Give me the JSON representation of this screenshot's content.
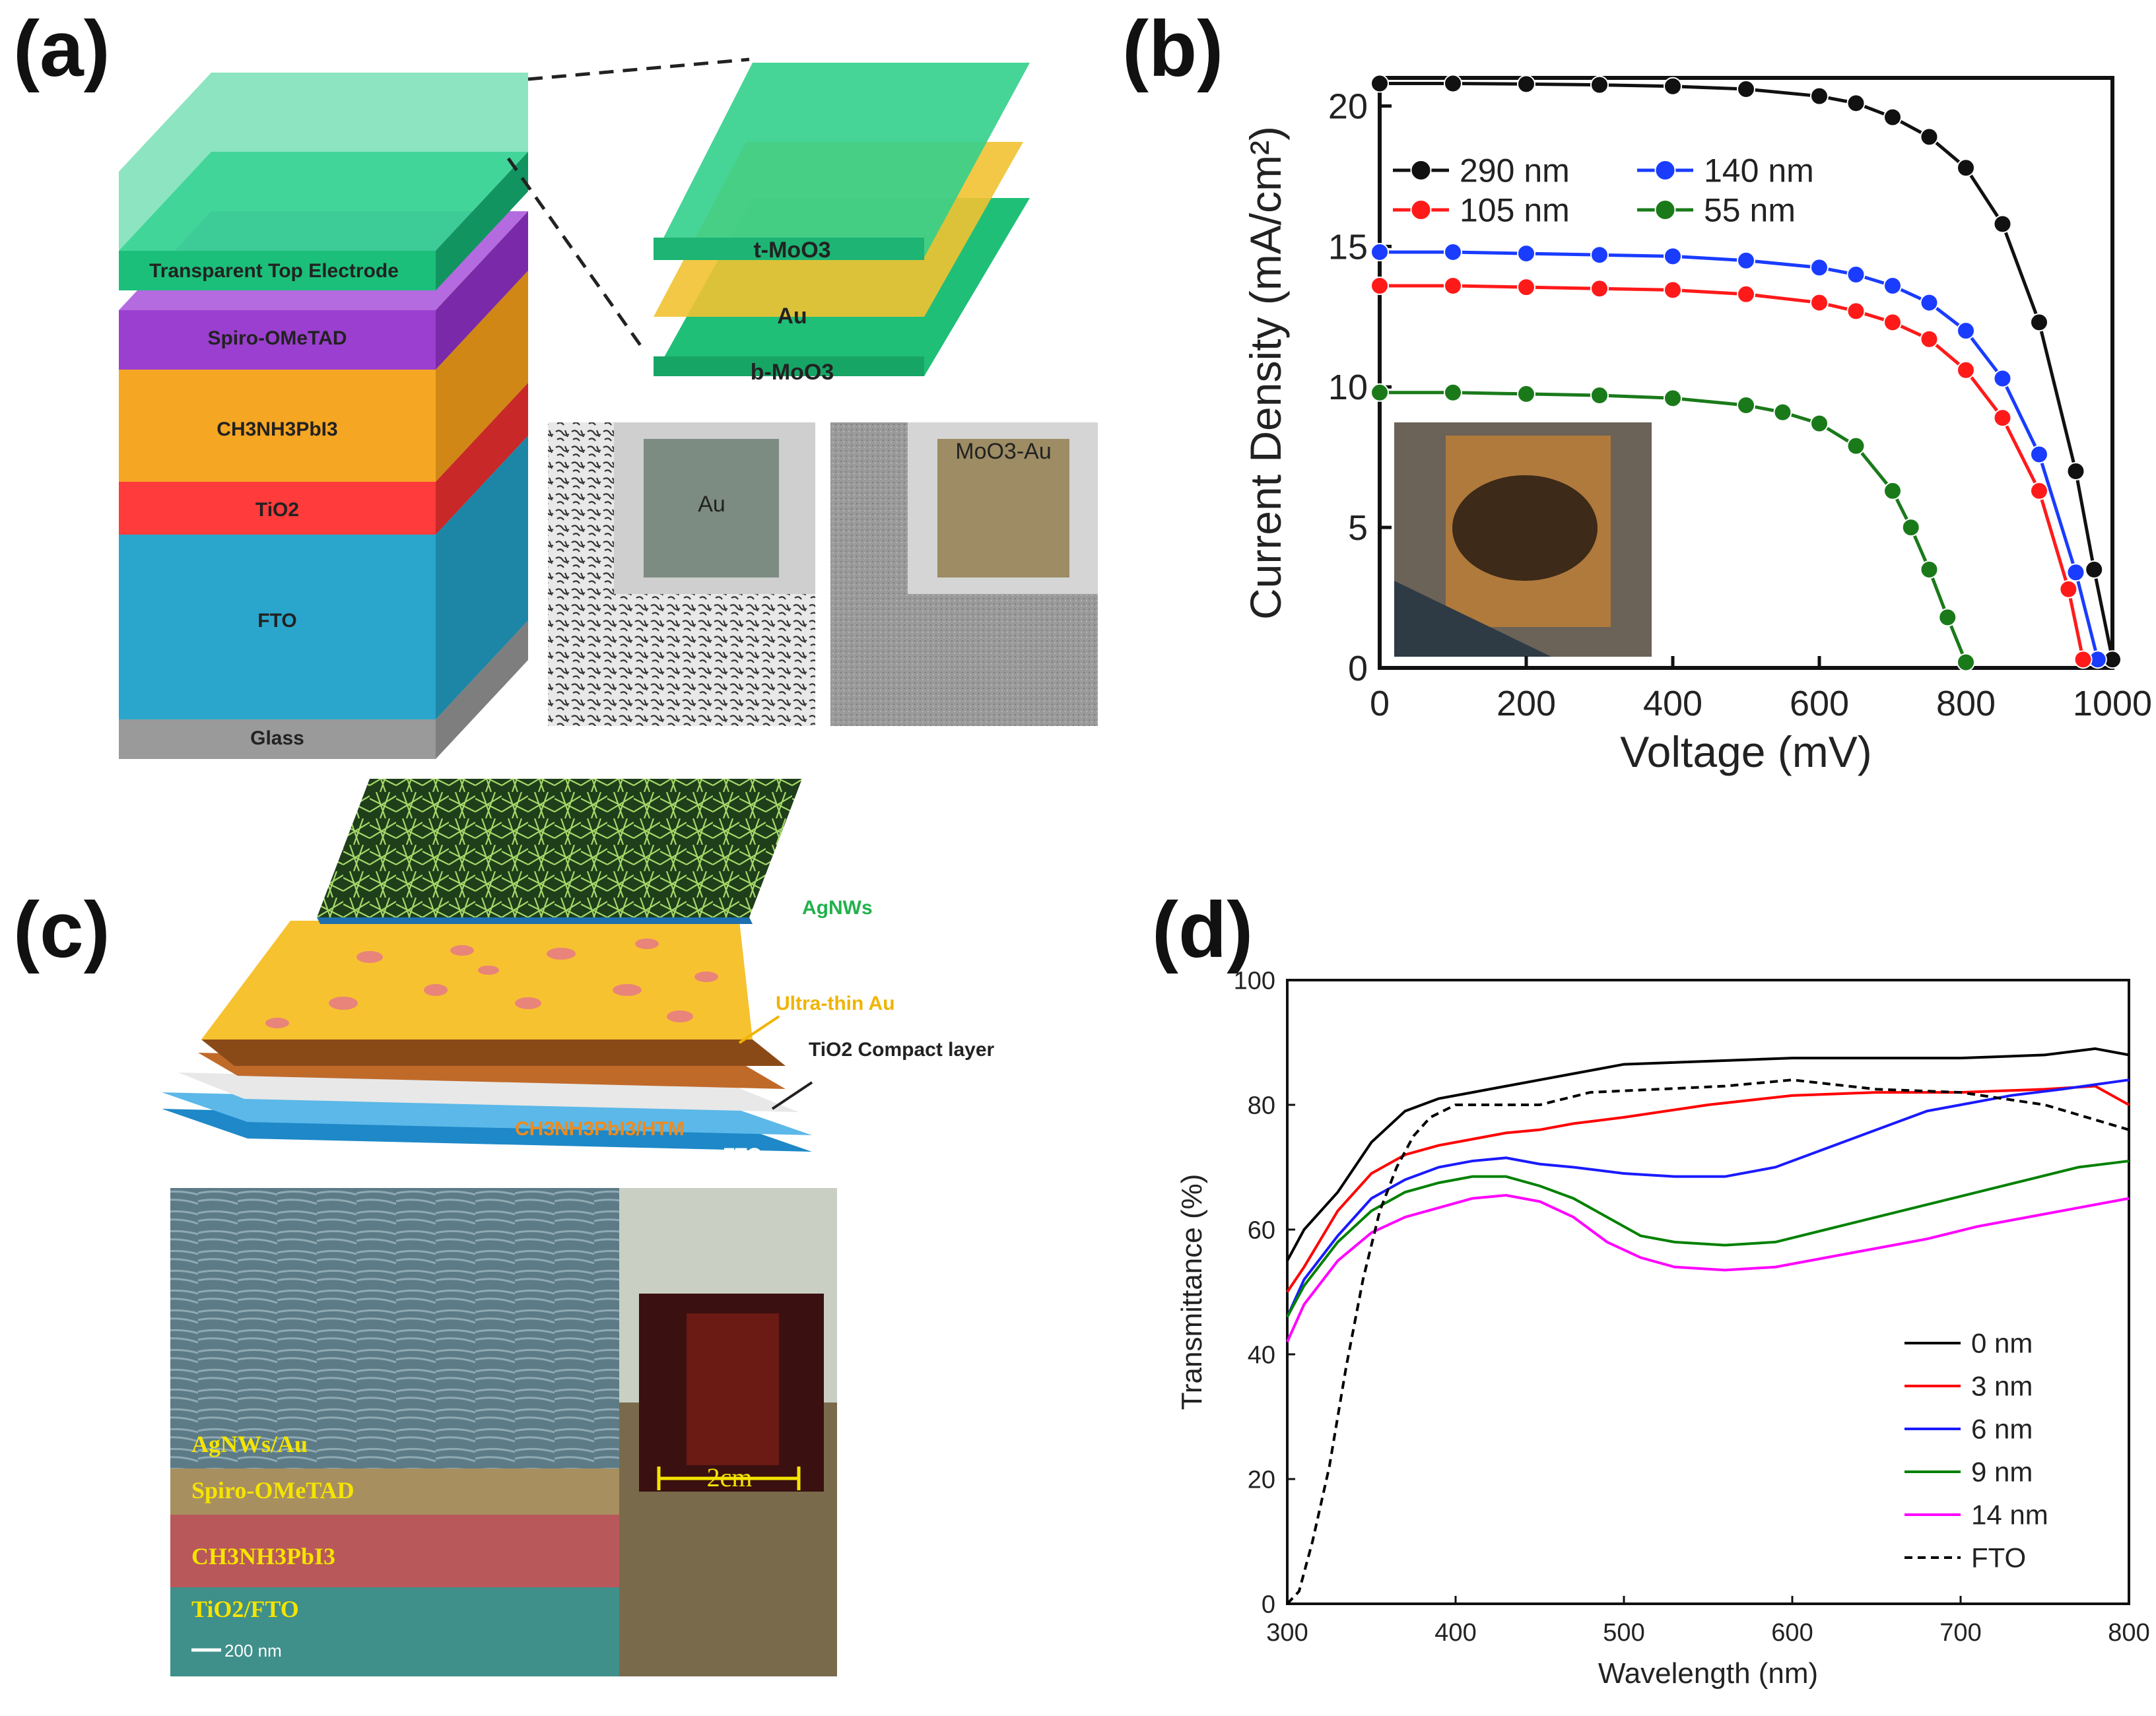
{
  "panels": {
    "a": {
      "label": "(a)",
      "layers": [
        "Transparent Top Electrode",
        "Spiro-OMeTAD",
        "CH3NH3PbI3",
        "TiO2",
        "FTO",
        "Glass"
      ],
      "electrode_layers": [
        "t-MoO3",
        "Au",
        "b-MoO3"
      ],
      "photo_labels": [
        "Au",
        "MoO3-Au"
      ]
    },
    "b": {
      "label": "(b)"
    },
    "c": {
      "label": "(c)",
      "stack_labels": [
        "AgNWs",
        "Ultra-thin Au",
        "TiO2 Compact layer",
        "CH3NH3PbI3/HTM",
        "FTO"
      ],
      "sem_labels": [
        "AgNWs/Au",
        "Spiro-OMeTAD",
        "CH3NH3PbI3",
        "TiO2/FTO"
      ],
      "scale_bar": "200 nm",
      "photo_scale": "2cm"
    },
    "d": {
      "label": "(d)"
    }
  },
  "chart_data": [
    {
      "type": "line",
      "panel": "b",
      "xlabel": "Voltage (mV)",
      "ylabel": "Current Density (mA/cm²)",
      "xlim": [
        0,
        1000
      ],
      "ylim": [
        0,
        21
      ],
      "xticks": [
        0,
        200,
        400,
        600,
        800,
        1000
      ],
      "yticks": [
        0,
        5,
        10,
        15,
        20
      ],
      "grid": false,
      "legend": "top-left",
      "series": [
        {
          "name": "290 nm",
          "color": "#111111",
          "jsc": 20.8,
          "voc": 1000,
          "x": [
            0,
            100,
            200,
            300,
            400,
            500,
            600,
            650,
            700,
            750,
            800,
            850,
            900,
            950,
            975,
            1000
          ],
          "y": [
            20.8,
            20.8,
            20.78,
            20.75,
            20.7,
            20.6,
            20.35,
            20.1,
            19.6,
            18.9,
            17.8,
            15.8,
            12.3,
            7.0,
            3.5,
            0.3
          ]
        },
        {
          "name": "140 nm",
          "color": "#1a3cff",
          "jsc": 14.8,
          "voc": 980,
          "x": [
            0,
            100,
            200,
            300,
            400,
            500,
            600,
            650,
            700,
            750,
            800,
            850,
            900,
            950,
            980
          ],
          "y": [
            14.8,
            14.8,
            14.75,
            14.7,
            14.65,
            14.5,
            14.25,
            14.0,
            13.6,
            13.0,
            12.0,
            10.3,
            7.6,
            3.4,
            0.3
          ]
        },
        {
          "name": "105 nm",
          "color": "#ff1a1a",
          "jsc": 13.6,
          "voc": 960,
          "x": [
            0,
            100,
            200,
            300,
            400,
            500,
            600,
            650,
            700,
            750,
            800,
            850,
            900,
            940,
            960
          ],
          "y": [
            13.6,
            13.6,
            13.55,
            13.5,
            13.45,
            13.3,
            13.0,
            12.7,
            12.3,
            11.7,
            10.6,
            8.9,
            6.3,
            2.8,
            0.3
          ]
        },
        {
          "name": "55 nm",
          "color": "#1a7a1a",
          "jsc": 9.8,
          "voc": 800,
          "x": [
            0,
            100,
            200,
            300,
            400,
            500,
            550,
            600,
            650,
            700,
            725,
            750,
            775,
            800
          ],
          "y": [
            9.8,
            9.8,
            9.75,
            9.7,
            9.6,
            9.35,
            9.1,
            8.7,
            7.9,
            6.3,
            5.0,
            3.5,
            1.8,
            0.2
          ]
        }
      ]
    },
    {
      "type": "line",
      "panel": "d",
      "xlabel": "Wavelength (nm)",
      "ylabel": "Transmittance (%)",
      "xlim": [
        300,
        800
      ],
      "ylim": [
        0,
        100
      ],
      "xticks": [
        300,
        400,
        500,
        600,
        700,
        800
      ],
      "yticks": [
        0,
        20,
        40,
        60,
        80,
        100
      ],
      "grid": false,
      "legend": "bottom-right",
      "series": [
        {
          "name": "0 nm",
          "color": "#000000",
          "dash": "none",
          "x": [
            300,
            310,
            330,
            350,
            370,
            390,
            410,
            430,
            450,
            470,
            500,
            550,
            600,
            650,
            700,
            750,
            780,
            800
          ],
          "y": [
            55,
            60,
            66,
            74,
            79,
            81,
            82,
            83,
            84,
            85,
            86.5,
            87,
            87.5,
            87.5,
            87.5,
            88,
            89,
            88
          ]
        },
        {
          "name": "3 nm",
          "color": "#ff0000",
          "dash": "none",
          "x": [
            300,
            310,
            330,
            350,
            370,
            390,
            410,
            430,
            450,
            470,
            500,
            550,
            600,
            650,
            700,
            750,
            780,
            800
          ],
          "y": [
            50,
            54,
            63,
            69,
            72,
            73.5,
            74.5,
            75.5,
            76,
            77,
            78,
            80,
            81.5,
            82,
            82,
            82.5,
            83,
            80
          ]
        },
        {
          "name": "6 nm",
          "color": "#1a1aff",
          "dash": "none",
          "x": [
            300,
            310,
            330,
            350,
            370,
            390,
            410,
            430,
            450,
            470,
            500,
            530,
            560,
            590,
            620,
            650,
            680,
            700,
            730,
            760,
            800
          ],
          "y": [
            46,
            52,
            59,
            65,
            68,
            70,
            71,
            71.5,
            70.5,
            70,
            69,
            68.5,
            68.5,
            70,
            73,
            76,
            79,
            80,
            81.5,
            82.5,
            84
          ]
        },
        {
          "name": "9 nm",
          "color": "#008000",
          "dash": "none",
          "x": [
            300,
            310,
            330,
            350,
            370,
            390,
            410,
            430,
            450,
            470,
            490,
            510,
            530,
            560,
            590,
            620,
            650,
            680,
            710,
            740,
            770,
            800
          ],
          "y": [
            46,
            51,
            58,
            63,
            66,
            67.5,
            68.5,
            68.5,
            67,
            65,
            62,
            59,
            58,
            57.5,
            58,
            60,
            62,
            64,
            66,
            68,
            70,
            71
          ]
        },
        {
          "name": "14 nm",
          "color": "#ff00ff",
          "dash": "none",
          "x": [
            300,
            310,
            330,
            350,
            370,
            390,
            410,
            430,
            450,
            470,
            490,
            510,
            530,
            560,
            590,
            620,
            650,
            680,
            710,
            740,
            770,
            800
          ],
          "y": [
            42,
            48,
            55,
            59.5,
            62,
            63.5,
            65,
            65.5,
            64.5,
            62,
            58,
            55.5,
            54,
            53.5,
            54,
            55.5,
            57,
            58.5,
            60.5,
            62,
            63.5,
            65
          ]
        },
        {
          "name": "FTO",
          "color": "#000000",
          "dash": "12,8",
          "x": [
            300,
            307,
            315,
            325,
            335,
            345,
            355,
            365,
            375,
            385,
            400,
            420,
            450,
            480,
            520,
            560,
            600,
            650,
            700,
            750,
            800
          ],
          "y": [
            0,
            2,
            10,
            22,
            38,
            52,
            63,
            70,
            75,
            78,
            80,
            80,
            80,
            82,
            82.5,
            83,
            84,
            82.5,
            82,
            80,
            76
          ]
        }
      ]
    }
  ]
}
